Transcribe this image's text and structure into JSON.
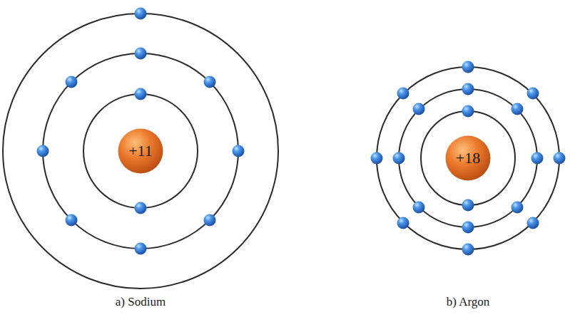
{
  "diagram": {
    "nodes": [
      {
        "text": [
          "+11"
        ]
      },
      {
        "text": [
          "+18"
        ]
      }
    ],
    "labels": [
      "a) Sodium",
      "b) Argon"
    ]
  }
}
